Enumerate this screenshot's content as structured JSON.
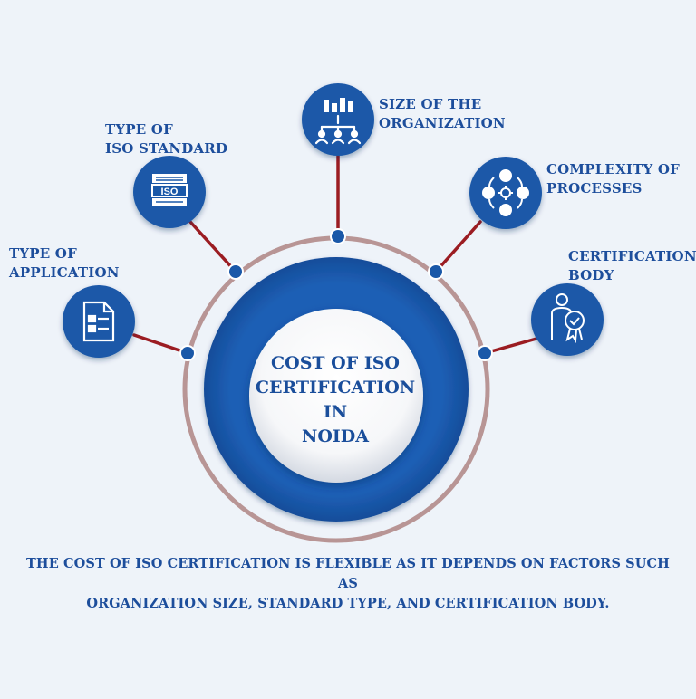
{
  "center": {
    "title_lines": [
      "COST OF ISO",
      "CERTIFICATION IN",
      "NOIDA"
    ]
  },
  "factors": [
    {
      "id": "size-of-organization",
      "lines": [
        "SIZE OF THE",
        "ORGANIZATION"
      ],
      "icon": "organization-icon"
    },
    {
      "id": "type-of-iso-standard",
      "lines": [
        "TYPE OF",
        "ISO STANDARD"
      ],
      "icon": "iso-standard-icon",
      "icon_text": "ISO"
    },
    {
      "id": "complexity-of-processes",
      "lines": [
        "COMPLEXITY OF",
        "PROCESSES"
      ],
      "icon": "process-cycle-icon"
    },
    {
      "id": "type-of-application",
      "lines": [
        "TYPE OF",
        "APPLICATION"
      ],
      "icon": "application-form-icon"
    },
    {
      "id": "certification-body",
      "lines": [
        "CERTIFICATION",
        "BODY"
      ],
      "icon": "certified-person-icon"
    }
  ],
  "footer": {
    "lines": [
      "THE COST OF ISO CERTIFICATION IS FLEXIBLE AS IT DEPENDS ON FACTORS SUCH AS",
      "ORGANIZATION SIZE, STANDARD TYPE, AND CERTIFICATION BODY."
    ]
  },
  "colors": {
    "background": "#eef3f9",
    "primary_blue": "#1a58a8",
    "connector_red": "#9b1c22",
    "outer_ring": "#b89595",
    "text_blue": "#1d4e9c"
  }
}
